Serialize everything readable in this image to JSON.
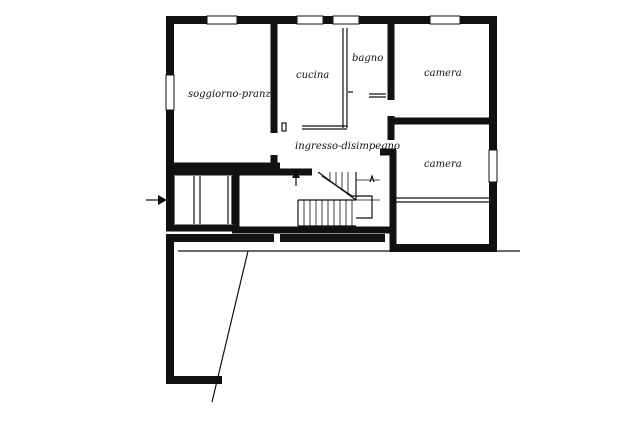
{
  "rooms": {
    "living": "soggiorno-pranzo",
    "kitchen": "cucina",
    "bathroom": "bagno",
    "bedroom_top": "camera",
    "bedroom_bottom": "camera",
    "hallway": "ingresso-disimpegno"
  },
  "icons": {
    "entrance": "entrance-arrow-icon",
    "stair_up": "stair-up-arrow-icon"
  },
  "colors": {
    "line": "#111111",
    "background": "#ffffff"
  }
}
